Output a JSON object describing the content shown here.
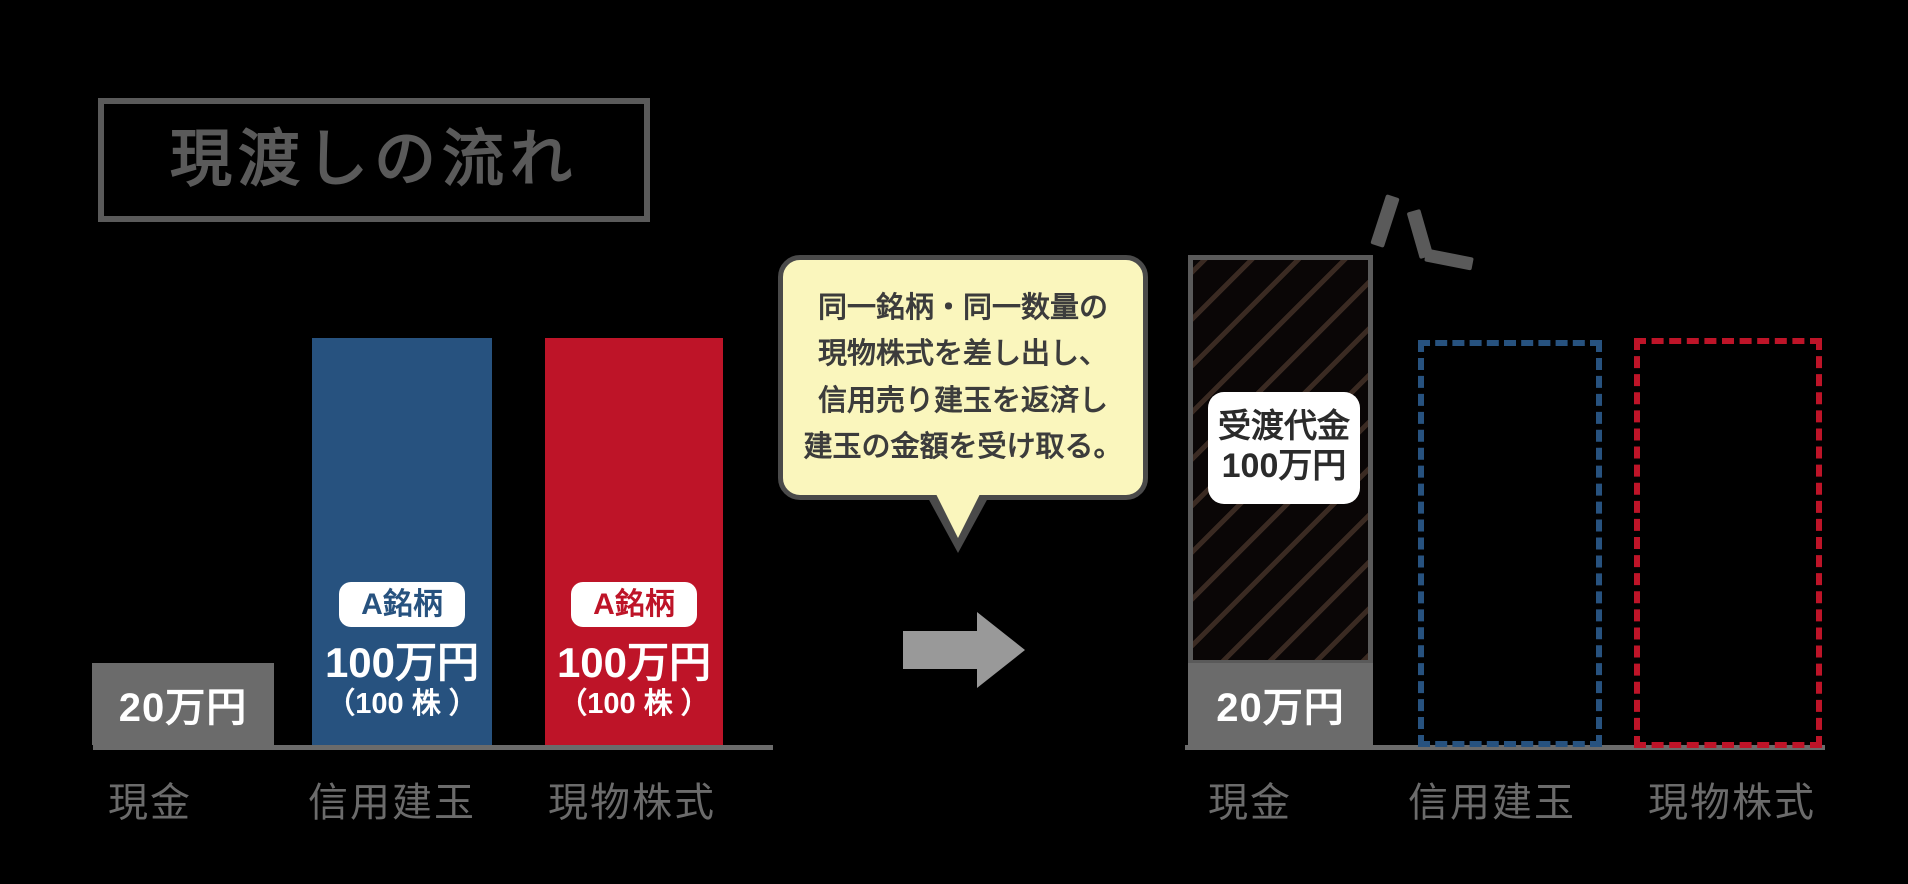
{
  "title": {
    "text": "現渡しの流れ"
  },
  "left_section": {
    "bars": [
      {
        "key": "cash",
        "category": "現金",
        "amount": "20万円",
        "fill": "#6b6b6b",
        "kind": "gray"
      },
      {
        "key": "credit",
        "category": "信用建玉",
        "pill": "A銘柄",
        "amount": "100万円",
        "shares": "（100 株 ）",
        "fill": "#27527f",
        "kind": "solid"
      },
      {
        "key": "stock",
        "category": "現物株式",
        "pill": "A銘柄",
        "amount": "100万円",
        "shares": "（100 株 ）",
        "fill": "#be1428",
        "kind": "solid"
      }
    ]
  },
  "callout": {
    "lines": [
      "同一銘柄・同一数量の",
      "現物株式を差し出し、",
      "信用売り建玉を返済し",
      "建玉の金額を受け取る。"
    ],
    "background": "#faf6bd",
    "border_color": "#4a4a4a"
  },
  "arrow": {
    "icon": "right-arrow-icon",
    "color": "#999999"
  },
  "right_section": {
    "bars": [
      {
        "key": "cash",
        "category": "現金",
        "amount": "20万円",
        "settlement_line1": "受渡代金",
        "settlement_line2": "100万円",
        "fill": "#6b6b6b",
        "hatch_color": "#3a2a22",
        "kind": "gray-with-hatched-top"
      },
      {
        "key": "credit",
        "category": "信用建玉",
        "fill": "none",
        "border_color": "#27527f",
        "kind": "dashed-empty"
      },
      {
        "key": "stock",
        "category": "現物株式",
        "fill": "none",
        "border_color": "#be1428",
        "kind": "dashed-empty"
      }
    ],
    "sparkle_color": "#5a5a5a"
  },
  "colors": {
    "background": "#000000",
    "gray": "#6b6b6b",
    "blue": "#27527f",
    "red": "#be1428",
    "title_gray": "#5a5a5a",
    "axis": "#6b6b6b"
  }
}
